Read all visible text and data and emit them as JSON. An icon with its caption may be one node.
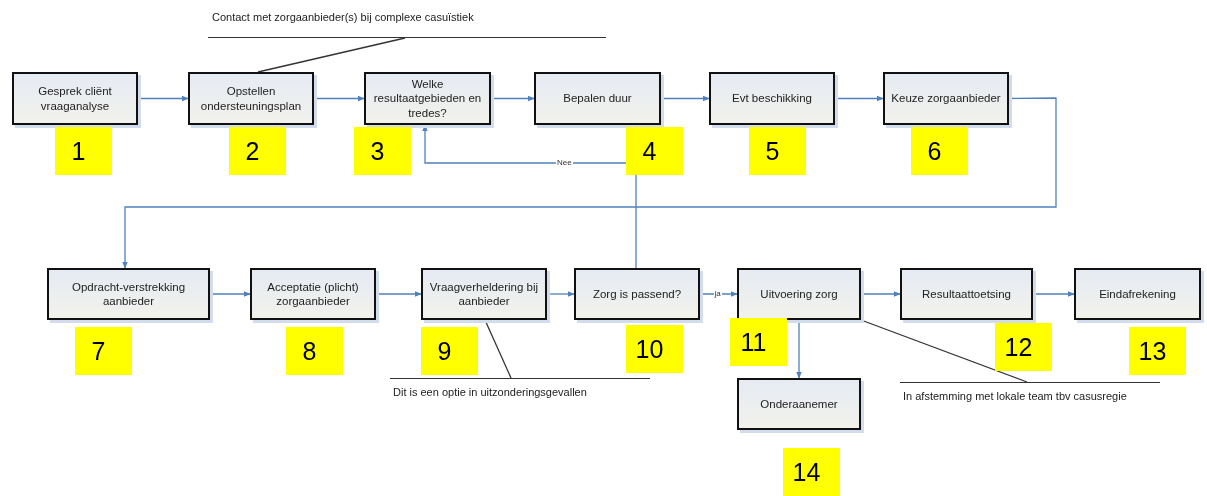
{
  "diagram": {
    "nodes": [
      {
        "text": [
          "Gesprek cliënt vraaganalyse"
        ],
        "beside": [
          "1"
        ]
      },
      {
        "text": [
          "Opstellen ondersteuningsplan"
        ],
        "beside": [
          "2"
        ]
      },
      {
        "text": [
          "Welke resultaatgebieden en tredes?"
        ],
        "beside": [
          "3"
        ]
      },
      {
        "text": [
          "Bepalen duur"
        ],
        "beside": [
          "4"
        ]
      },
      {
        "text": [
          "Evt beschikking"
        ],
        "beside": [
          "5"
        ]
      },
      {
        "text": [
          "Keuze zorgaanbieder"
        ],
        "beside": [
          "6"
        ]
      },
      {
        "text": [
          "Opdracht-verstrekking aanbieder"
        ],
        "beside": [
          "7"
        ]
      },
      {
        "text": [
          "Acceptatie (plicht) zorgaanbieder"
        ],
        "beside": [
          "8"
        ]
      },
      {
        "text": [
          "Vraagverheldering bij aanbieder"
        ],
        "beside": [
          "9"
        ]
      },
      {
        "text": [
          "Zorg is passend?"
        ],
        "beside": [
          "10"
        ]
      },
      {
        "text": [
          "Uitvoering zorg"
        ],
        "beside": [
          "11"
        ]
      },
      {
        "text": [
          "Resultaattoetsing"
        ],
        "beside": [
          "12"
        ]
      },
      {
        "text": [
          "Eindafrekening"
        ],
        "beside": [
          "13"
        ]
      },
      {
        "text": [
          "Onderaanemer"
        ],
        "beside": [
          "14"
        ]
      },
      {
        "text": [
          "Contact met zorgaanbieder(s) bij complexe casuïstiek"
        ]
      },
      {
        "text": [
          "Dit is een optie in uitzonderingsgevallen"
        ]
      },
      {
        "text": [
          "In afstemming met lokale team tbv casusregie"
        ]
      }
    ],
    "edges": [
      {
        "from": 0,
        "to": 1,
        "arrow": "to"
      },
      {
        "from": 1,
        "to": 2,
        "arrow": "to"
      },
      {
        "from": 2,
        "to": 3,
        "arrow": "to"
      },
      {
        "from": 3,
        "to": 4,
        "arrow": "to"
      },
      {
        "from": 4,
        "to": 5,
        "arrow": "to"
      },
      {
        "from": 5,
        "to": 6,
        "arrow": "to"
      },
      {
        "from": 6,
        "to": 7,
        "arrow": "to"
      },
      {
        "from": 7,
        "to": 8,
        "arrow": "to"
      },
      {
        "from": 8,
        "to": 9,
        "arrow": "to"
      },
      {
        "from": 9,
        "to": 10,
        "arrow": "to",
        "label": "ja"
      },
      {
        "from": 9,
        "to": 2,
        "arrow": "to",
        "label": "Nee"
      },
      {
        "from": 10,
        "to": 13,
        "arrow": "to"
      },
      {
        "from": 10,
        "to": 11,
        "arrow": "to"
      },
      {
        "from": 11,
        "to": 12,
        "arrow": "to"
      },
      {
        "from": 14,
        "to": 1,
        "arrow": "none",
        "color": "#333333"
      },
      {
        "from": 15,
        "to": 8,
        "arrow": "none",
        "color": "#333333"
      },
      {
        "from": 16,
        "to": 10,
        "arrow": "none",
        "color": "#333333"
      }
    ]
  }
}
